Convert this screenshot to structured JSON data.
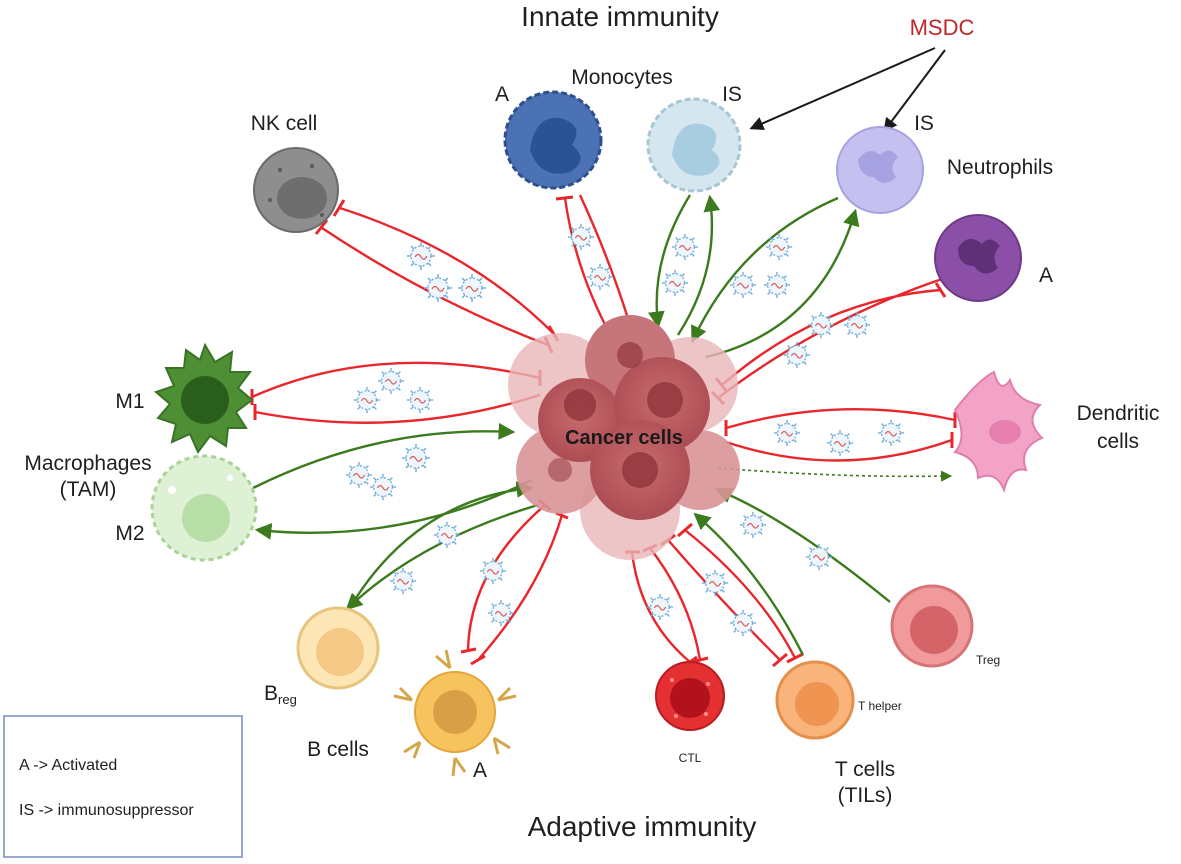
{
  "headings": {
    "innate": "Innate immunity",
    "adaptive": "Adaptive immunity"
  },
  "center": {
    "label": "Cancer cells"
  },
  "msdc": "MSDC",
  "cells": {
    "nk": "NK cell",
    "monocytes": "Monocytes",
    "monocyte_a": "A",
    "monocyte_is": "IS",
    "neutrophil_is": "IS",
    "neutrophils": "Neutrophils",
    "neutrophil_a": "A",
    "m1": "M1",
    "macrophages_line1": "Macrophages",
    "macrophages_line2": "(TAM)",
    "m2": "M2",
    "dendritic_line1": "Dendritic",
    "dendritic_line2": "cells",
    "breg_main": "B",
    "breg_sub": "reg",
    "bcells": "B cells",
    "bcell_a": "A",
    "ctl": "CTL",
    "thelper": "T helper",
    "treg": "Treg",
    "tcells_line1": "T cells",
    "tcells_line2": "(TILs)"
  },
  "legend": {
    "line1": "A -> Activated",
    "line2": "IS -> immunosuppressor"
  },
  "colors": {
    "inhibit": "#e8262b",
    "promote": "#3c7a1e",
    "msdc": "#c0262b",
    "legend_border": "#97a9cc"
  }
}
